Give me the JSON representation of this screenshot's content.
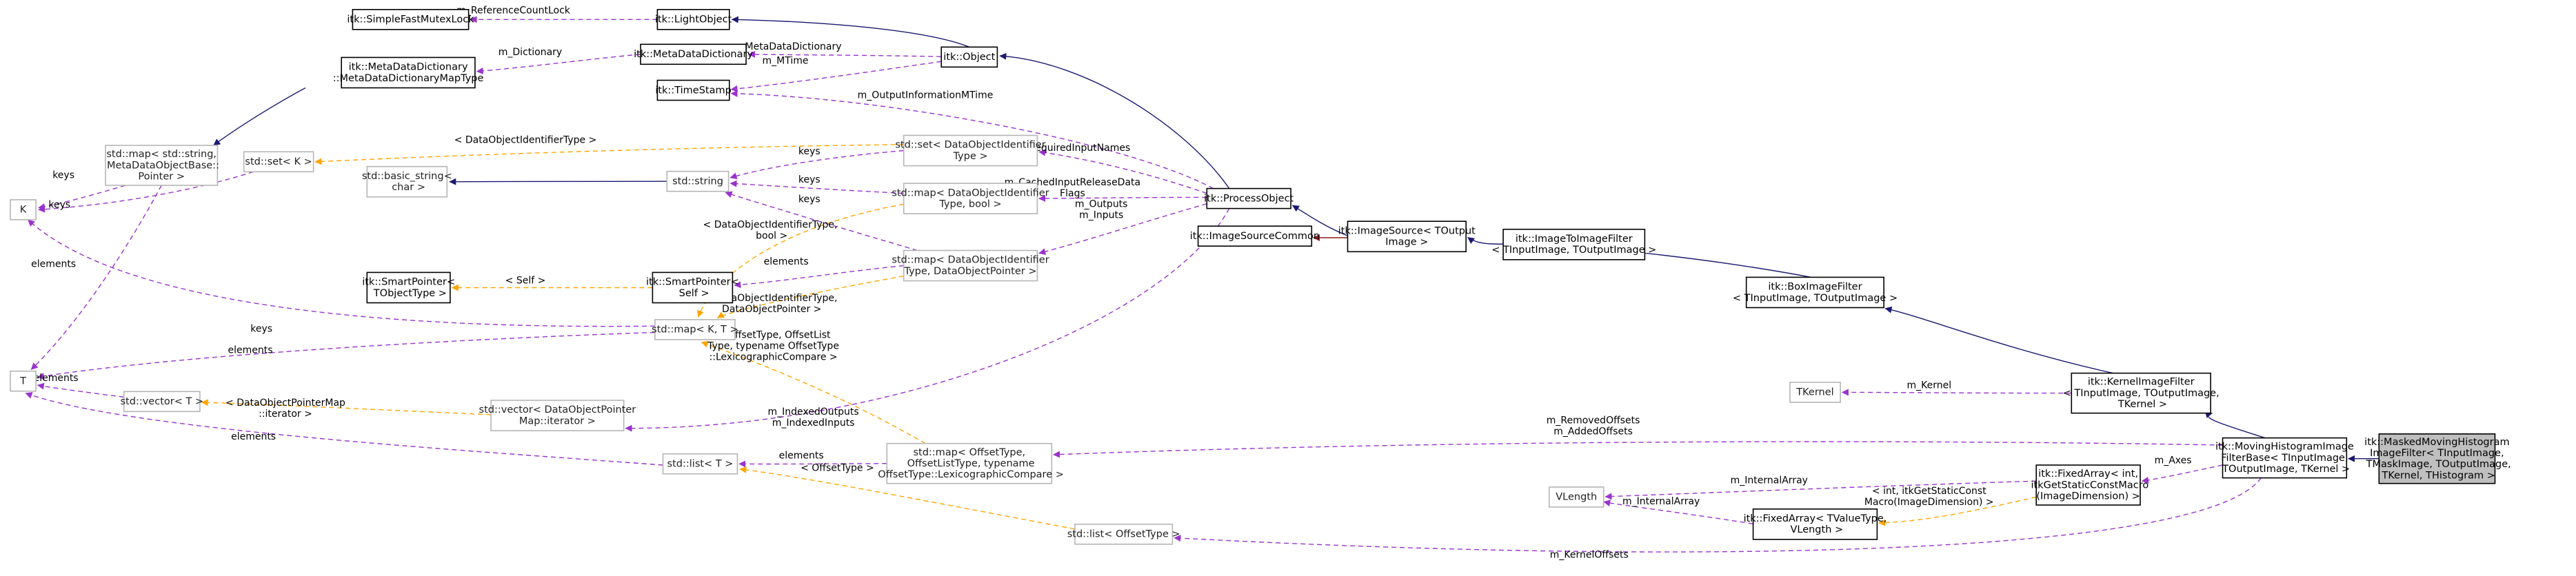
{
  "diagram": {
    "colors": {
      "inheritance": "#191970",
      "member": "#9a32cd",
      "template": "#ffa500",
      "private_inheritance": "#8b1a1a",
      "node_border": "#000000",
      "node_border_unlinked": "#b5b5b5",
      "focus_fill": "#bfbfbf"
    },
    "nodes": {
      "simplefastmutexlock": [
        "itk::SimpleFastMutexLock"
      ],
      "lightobject": [
        "itk::LightObject"
      ],
      "metadatadictionary": [
        "itk::MetaDataDictionary"
      ],
      "object": [
        "itk::Object"
      ],
      "metadictmaptype": [
        "itk::MetaDataDictionary",
        "::MetaDataDictionaryMapType"
      ],
      "timestamp": [
        "itk::TimeStamp"
      ],
      "stdmap_string_mdo": [
        "std::map< std::string,",
        " MetaDataObjectBase::",
        "Pointer >"
      ],
      "stdset_k": [
        "std::set< K >"
      ],
      "stdset_doid": [
        "std::set< DataObjectIdentifier",
        "Type >"
      ],
      "k": [
        "K"
      ],
      "basic_string": [
        "std::basic_string<",
        " char >"
      ],
      "stdstring": [
        "std::string"
      ],
      "stdmap_doid_bool": [
        "std::map< DataObjectIdentifier",
        "Type, bool >"
      ],
      "processobject": [
        "itk::ProcessObject"
      ],
      "imagesource": [
        "itk::ImageSource< TOutput",
        "Image >"
      ],
      "imagesourcecommon": [
        "itk::ImageSourceCommon"
      ],
      "imagetoimagefilter": [
        "itk::ImageToImageFilter",
        "< TInputImage, TOutputImage >"
      ],
      "smartpointer_tobj": [
        "itk::SmartPointer<",
        " TObjectType >"
      ],
      "smartpointer_self": [
        "itk::SmartPointer<",
        " Self >"
      ],
      "stdmap_doid_dop": [
        "std::map< DataObjectIdentifier",
        "Type, DataObjectPointer >"
      ],
      "boximagefilter": [
        "itk::BoxImageFilter",
        "< TInputImage, TOutputImage >"
      ],
      "stdmap_kt": [
        "std::map< K, T >"
      ],
      "t": [
        "T"
      ],
      "stdvector_t": [
        "std::vector< T >"
      ],
      "stdvector_dop": [
        "std::vector< DataObjectPointer",
        "Map::iterator >"
      ],
      "tkernel": [
        "TKernel"
      ],
      "kernelimagefilter": [
        "itk::KernelImageFilter",
        "< TInputImage, TOutputImage,",
        " TKernel >"
      ],
      "stdmap_offset": [
        "std::map< OffsetType,",
        " OffsetListType, typename",
        " OffsetType::LexicographicCompare >"
      ],
      "stdlist_t": [
        "std::list< T >"
      ],
      "movinghistogram": [
        "itk::MovingHistogramImage",
        "FilterBase< TInputImage,",
        " TOutputImage, TKernel >"
      ],
      "maskedmovinghistogram": [
        "itk::MaskedMovingHistogram",
        "ImageFilter< TInputImage,",
        " TMaskImage, TOutputImage,",
        " TKernel, THistogram >"
      ],
      "vlength": [
        "VLength"
      ],
      "fixedarray_int": [
        "itk::FixedArray< int,",
        " itkGetStaticConstMacro",
        "(ImageDimension) >"
      ],
      "fixedarray_vlength": [
        "itk::FixedArray< TValueType,",
        " VLength >"
      ],
      "stdlist_offset": [
        "std::list< OffsetType >"
      ]
    },
    "edge_labels": {
      "referencecountlock": [
        "m_ReferenceCountLock"
      ],
      "metadatadictionary": [
        "m_MetaDataDictionary"
      ],
      "dictionary": [
        "m_Dictionary"
      ],
      "mtime": [
        "m_MTime"
      ],
      "outputinfomtime": [
        "m_OutputInformationMTime"
      ],
      "set_doid_type": [
        "< DataObjectIdentifierType >"
      ],
      "keys_map_k": [
        "keys"
      ],
      "keys_set_k": [
        "keys"
      ],
      "elements_t_map": [
        "elements"
      ],
      "keys_set_doid": [
        "keys"
      ],
      "requiredinputnames": [
        "m_RequiredInputNames"
      ],
      "keys_map_bool": [
        "keys"
      ],
      "cachedinput": [
        "m_CachedInputReleaseData",
        "Flags"
      ],
      "keys_map_dop": [
        "keys"
      ],
      "outputs_inputs": [
        "m_Outputs",
        "m_Inputs"
      ],
      "doid_bool_tpl": [
        "< DataObjectIdentifierType,",
        " bool >"
      ],
      "self_tpl": [
        "< Self >"
      ],
      "elements_sp_self": [
        "elements"
      ],
      "doid_dop_tpl": [
        "< DataObjectIdentifierType,",
        " DataObjectPointer >"
      ],
      "keys_k_mapkt": [
        "keys"
      ],
      "elements_t_mapkt": [
        "elements"
      ],
      "offset_tpl": [
        "< OffsetType, OffsetList",
        "Type, typename OffsetType",
        "::LexicographicCompare >"
      ],
      "elements_t_vector": [
        "elements"
      ],
      "dopmap_iter_tpl": [
        "< DataObjectPointerMap",
        "::iterator >"
      ],
      "indexed": [
        "m_IndexedOutputs",
        "m_IndexedInputs"
      ],
      "kernel": [
        "m_Kernel"
      ],
      "removed_added": [
        "m_RemovedOffsets",
        "m_AddedOffsets"
      ],
      "elements_t_list": [
        "elements"
      ],
      "elements_list_offset": [
        "elements"
      ],
      "offsettype_tpl": [
        "< OffsetType >"
      ],
      "axes": [
        "m_Axes"
      ],
      "internalarray_int": [
        "m_InternalArray"
      ],
      "internalarray_vlength": [
        "m_InternalArray"
      ],
      "fixedarray_tpl": [
        "< int, itkGetStaticConst",
        "Macro(ImageDimension) >"
      ],
      "kerneloffsets": [
        "m_KernelOffsets"
      ]
    }
  }
}
